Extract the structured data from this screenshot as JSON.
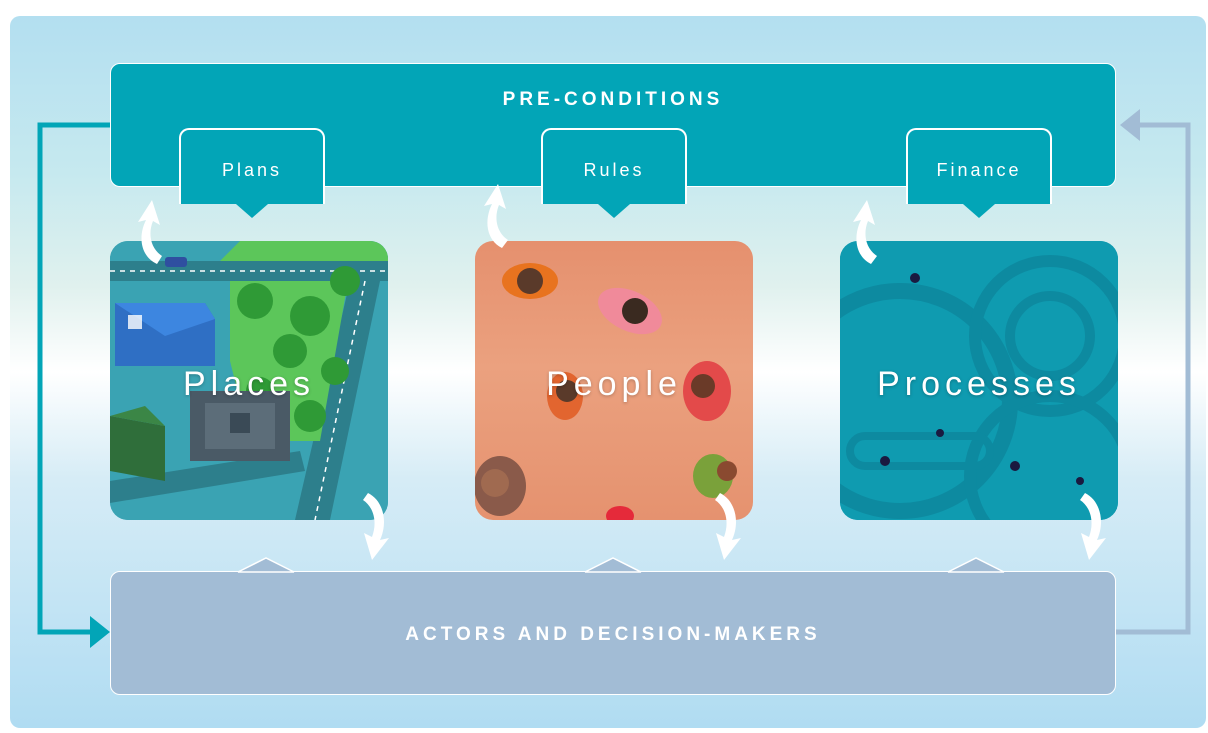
{
  "preconditions": {
    "title": "PRE-CONDITIONS",
    "tabs": [
      {
        "label": "Plans"
      },
      {
        "label": "Rules"
      },
      {
        "label": "Finance"
      }
    ]
  },
  "tiles": [
    {
      "label": "Places"
    },
    {
      "label": "People"
    },
    {
      "label": "Processes"
    }
  ],
  "actors": {
    "title": "ACTORS AND DECISION-MAKERS"
  },
  "colors": {
    "teal": "#02a5b7",
    "slate_blue": "#a2bcd5",
    "people_tile": "#e59772",
    "processes_tile": "#0f9bb0",
    "places_tile": "#3aa3b3"
  }
}
